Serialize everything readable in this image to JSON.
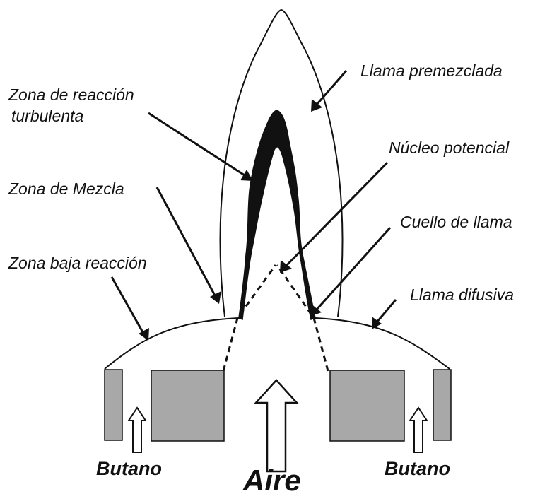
{
  "labels": {
    "llama_premezclada": "Llama premezclada",
    "zona_reaccion_l1": "Zona de reacción",
    "zona_reaccion_l2": "turbulenta",
    "nucleo_potencial": "Núcleo potencial",
    "zona_mezcla": "Zona de Mezcla",
    "cuello_llama": "Cuello de llama",
    "zona_baja": "Zona baja reacción",
    "llama_difusiva": "Llama difusiva",
    "butano_left": "Butano",
    "butano_right": "Butano",
    "aire": "Aire"
  },
  "colors": {
    "block_fill": "#a8a8a8",
    "ink": "#111111",
    "background": "#ffffff"
  }
}
